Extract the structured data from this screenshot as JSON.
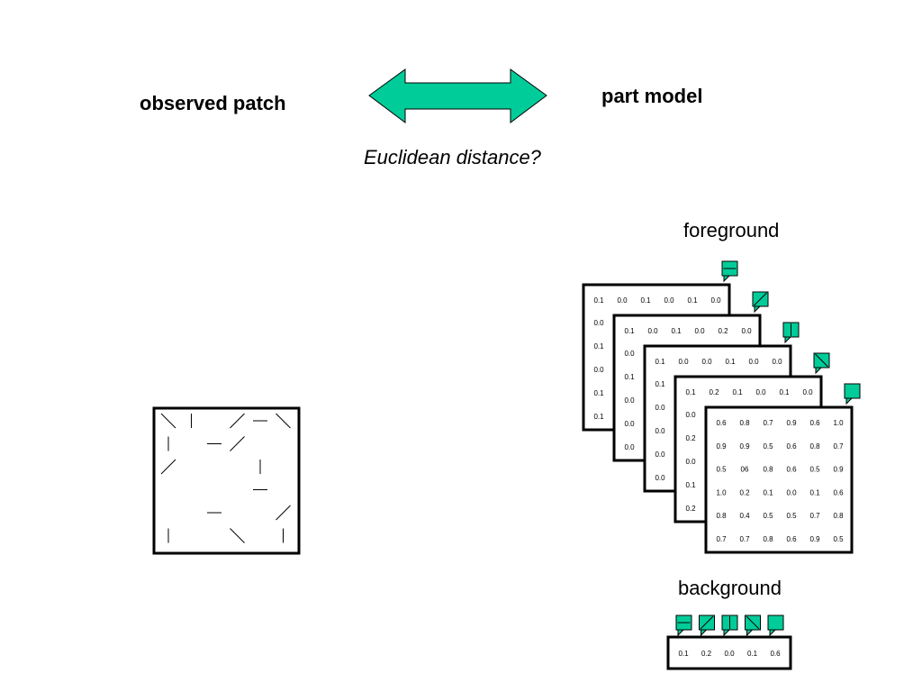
{
  "left_title": "observed patch",
  "right_title": "part model",
  "arrow_caption": "Euclidean distance?",
  "foreground": {
    "label": "foreground",
    "cards": [
      {
        "icon": "horizontal-edge-icon",
        "top_row": [
          "0.1",
          "0.0",
          "0.1",
          "0.0",
          "0.1",
          "0.0"
        ],
        "left_col": [
          "0.0",
          "0.1",
          "0.0",
          "0.1",
          "0.1"
        ]
      },
      {
        "icon": "diagonal-up-edge-icon",
        "top_row": [
          "0.1",
          "0.0",
          "0.1",
          "0.0",
          "0.2",
          "0.0"
        ],
        "left_col": [
          "0.0",
          "0.1",
          "0.0",
          "0.0",
          "0.0"
        ]
      },
      {
        "icon": "vertical-edge-icon",
        "top_row": [
          "0.1",
          "0.0",
          "0.0",
          "0.1",
          "0.0",
          "0.0"
        ],
        "left_col": [
          "0.1",
          "0.0",
          "0.0",
          "0.0",
          "0.0"
        ]
      },
      {
        "icon": "diagonal-down-edge-icon",
        "top_row": [
          "0.1",
          "0.2",
          "0.1",
          "0.0",
          "0.1",
          "0.0"
        ],
        "left_col": [
          "0.0",
          "0.2",
          "0.0",
          "0.1",
          "0.2"
        ]
      }
    ],
    "front_card": {
      "icon": "blank-edge-icon",
      "rows": [
        [
          "0.6",
          "0.8",
          "0.7",
          "0.9",
          "0.6",
          "1.0"
        ],
        [
          "0.9",
          "0.9",
          "0.5",
          "0.6",
          "0.8",
          "0.7"
        ],
        [
          "0.5",
          "06",
          "0.8",
          "0.6",
          "0.5",
          "0.9"
        ],
        [
          "1.0",
          "0.2",
          "0.1",
          "0.0",
          "0.1",
          "0.6"
        ],
        [
          "0.8",
          "0.4",
          "0.5",
          "0.5",
          "0.7",
          "0.8"
        ],
        [
          "0.7",
          "0.7",
          "0.8",
          "0.6",
          "0.9",
          "0.5"
        ]
      ]
    }
  },
  "background": {
    "label": "background",
    "icons": [
      "horizontal-edge-icon",
      "diagonal-up-edge-icon",
      "vertical-edge-icon",
      "diagonal-down-edge-icon",
      "blank-edge-icon"
    ],
    "values": [
      "0.1",
      "0.2",
      "0.0",
      "0.1",
      "0.6"
    ]
  },
  "patch": {
    "rows": [
      [
        "diagonal-down",
        "vertical",
        "",
        "diagonal-up",
        "horizontal",
        "diagonal-down"
      ],
      [
        "vertical",
        "",
        "horizontal",
        "diagonal-up",
        "",
        ""
      ],
      [
        "diagonal-up",
        "",
        "",
        "",
        "vertical",
        ""
      ],
      [
        "",
        "",
        "",
        "",
        "horizontal",
        ""
      ],
      [
        "",
        "",
        "horizontal",
        "",
        "",
        "diagonal-up"
      ],
      [
        "vertical",
        "",
        "",
        "diagonal-down",
        "",
        "vertical"
      ]
    ]
  },
  "colors": {
    "accent": "#00cc99",
    "stroke": "#000000"
  }
}
